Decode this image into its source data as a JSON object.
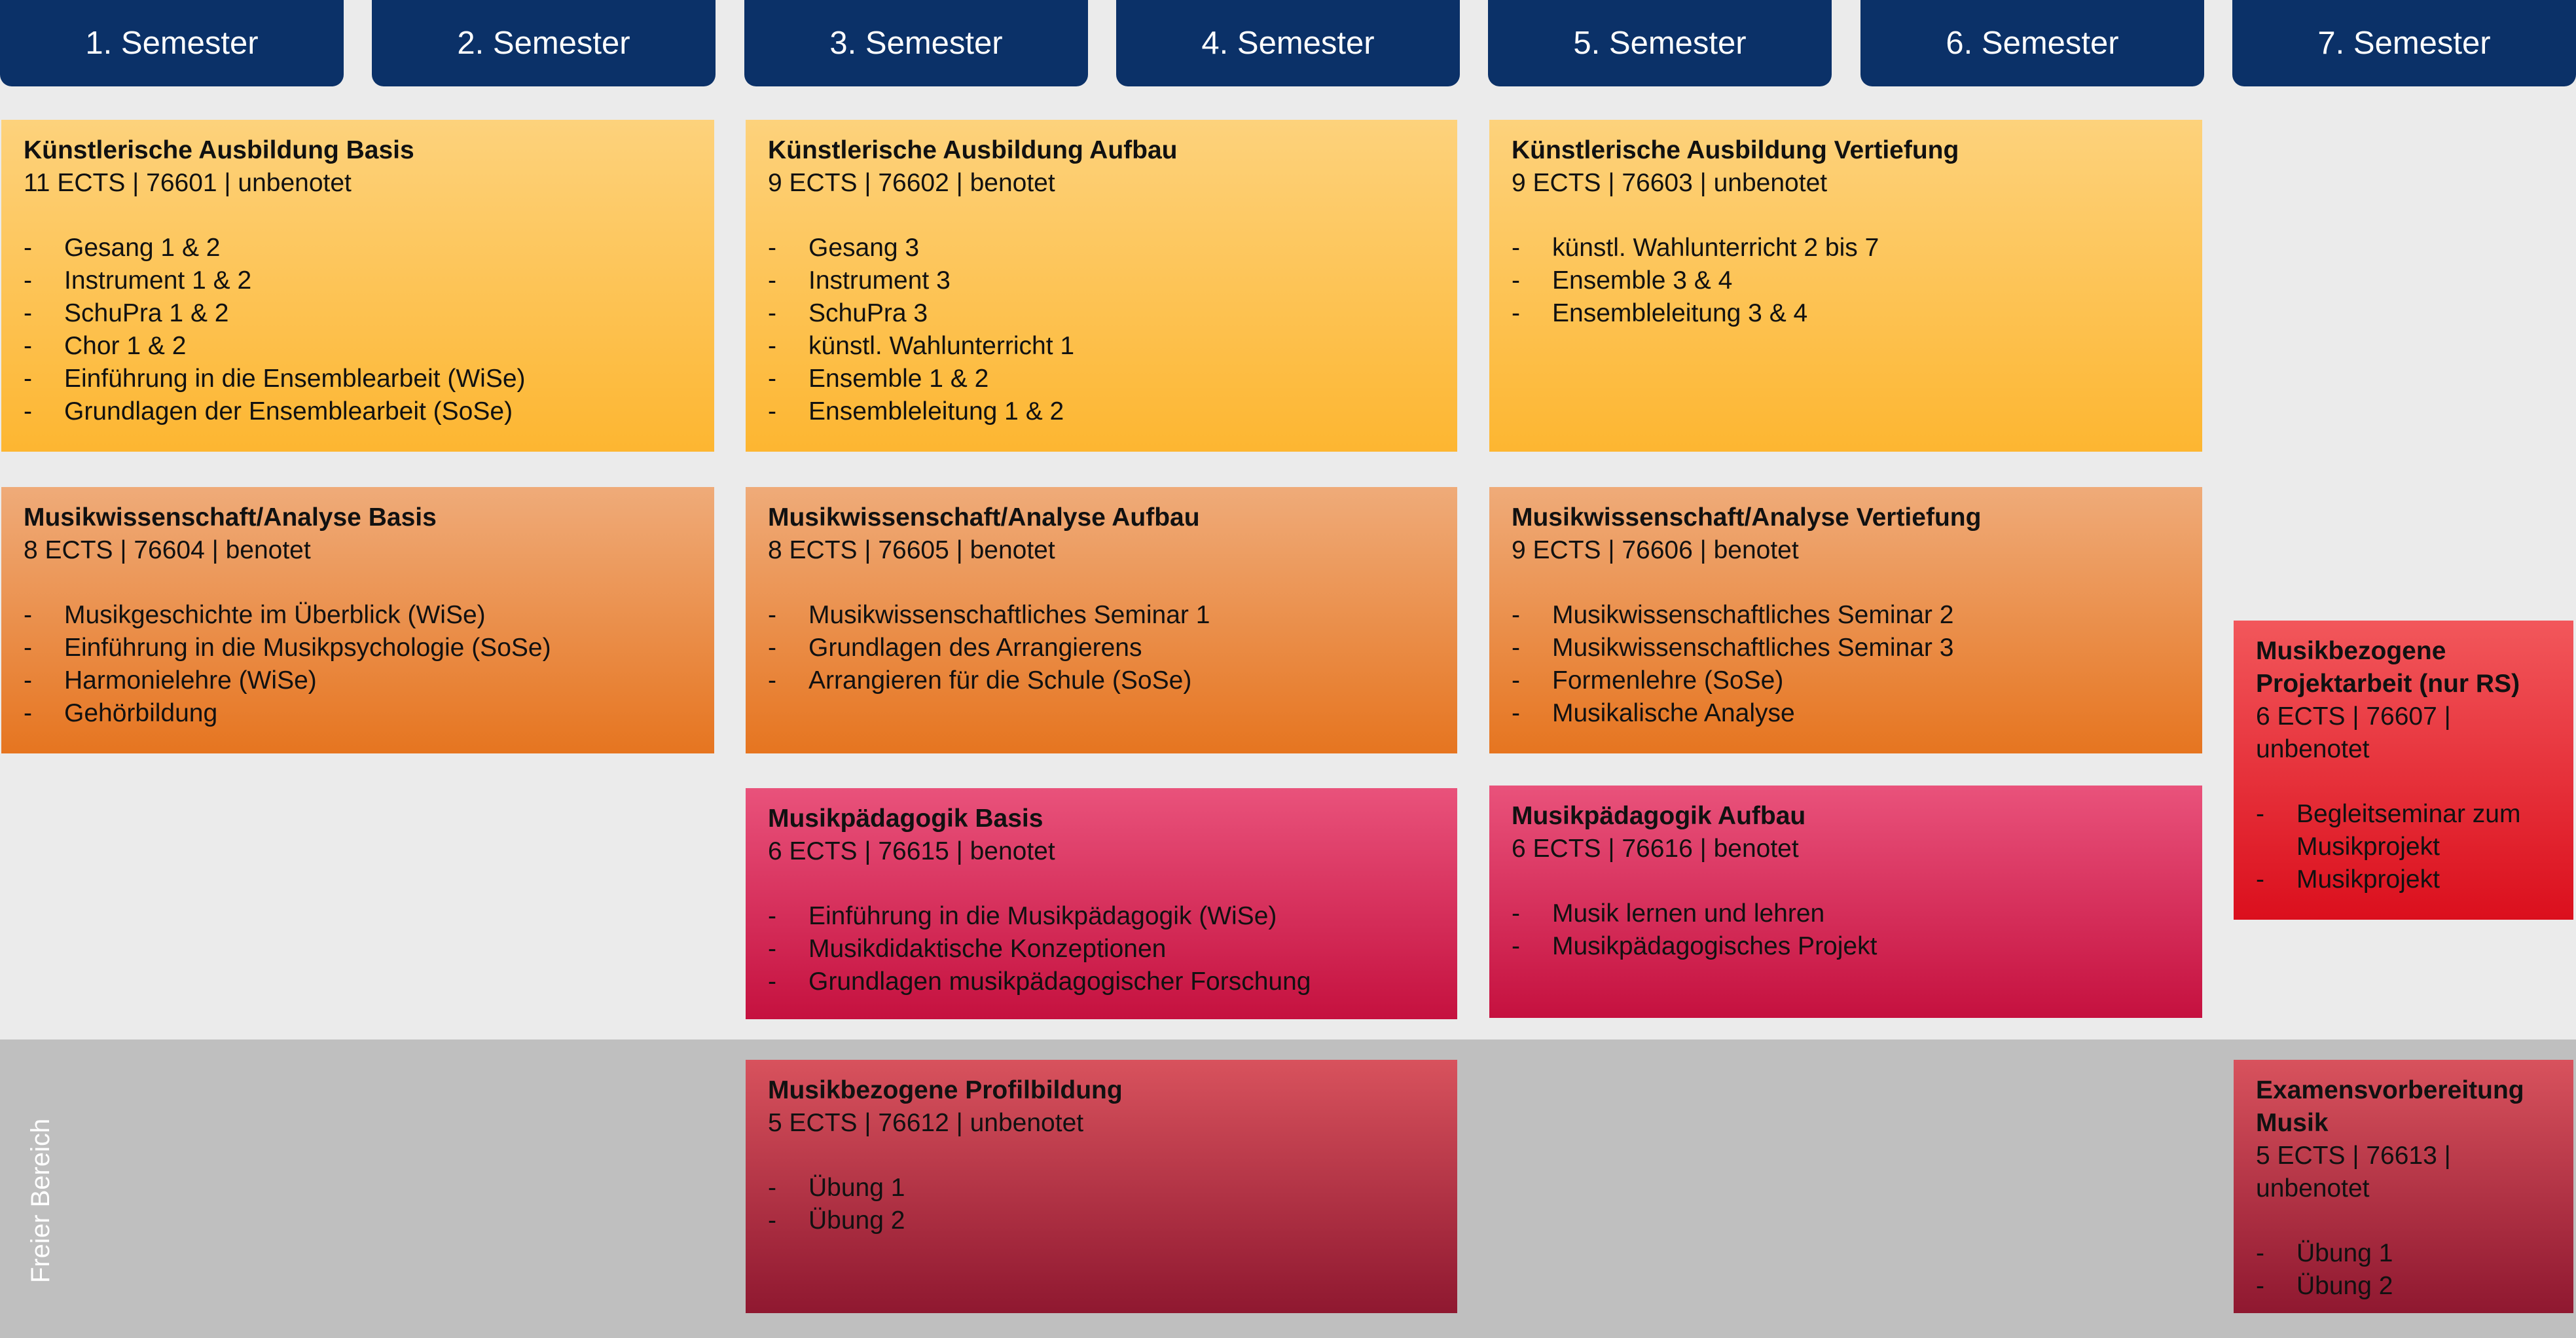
{
  "semesters": [
    "1. Semester",
    "2. Semester",
    "3. Semester",
    "4. Semester",
    "5. Semester",
    "6. Semester",
    "7. Semester"
  ],
  "freier_bereich": "Freier Bereich",
  "modules": {
    "kuenst_basis": {
      "title": "Künstlerische Ausbildung Basis",
      "meta": "11 ECTS | 76601 | unbenotet",
      "items": [
        "Gesang 1 & 2",
        "Instrument 1 & 2",
        "SchuPra 1 & 2",
        "Chor 1 & 2",
        "Einführung in die Ensemblearbeit (WiSe)",
        "Grundlagen der Ensemblearbeit (SoSe)"
      ]
    },
    "kuenst_aufbau": {
      "title": "Künstlerische Ausbildung Aufbau",
      "meta": "9 ECTS | 76602 | benotet",
      "items": [
        "Gesang 3",
        "Instrument 3",
        "SchuPra 3",
        "künstl. Wahlunterricht 1",
        "Ensemble 1 & 2",
        "Ensembleleitung 1 & 2"
      ]
    },
    "kuenst_vertiefung": {
      "title": "Künstlerische Ausbildung Vertiefung",
      "meta": "9 ECTS | 76603 | unbenotet",
      "items": [
        "künstl. Wahlunterricht 2 bis 7",
        "Ensemble 3 & 4",
        "Ensembleleitung 3 & 4"
      ]
    },
    "mw_basis": {
      "title": "Musikwissenschaft/Analyse Basis",
      "meta": "8 ECTS | 76604 | benotet",
      "items": [
        "Musikgeschichte im Überblick (WiSe)",
        "Einführung in die Musikpsychologie (SoSe)",
        "Harmonielehre (WiSe)",
        "Gehörbildung"
      ]
    },
    "mw_aufbau": {
      "title": "Musikwissenschaft/Analyse Aufbau",
      "meta": "8 ECTS | 76605 | benotet",
      "items": [
        "Musikwissenschaftliches Seminar 1",
        "Grundlagen des Arrangierens",
        "Arrangieren für die Schule (SoSe)"
      ]
    },
    "mw_vertiefung": {
      "title": "Musikwissenschaft/Analyse Vertiefung",
      "meta": "9 ECTS | 76606 | benotet",
      "items": [
        "Musikwissenschaftliches Seminar 2",
        "Musikwissenschaftliches Seminar 3",
        "Formenlehre (SoSe)",
        "Musikalische Analyse"
      ]
    },
    "projektarbeit": {
      "title": "Musikbezogene Projektarbeit (nur RS)",
      "meta": "6 ECTS | 76607 | unbenotet",
      "items": [
        "Begleitseminar zum Musikprojekt",
        "Musikprojekt"
      ]
    },
    "mp_basis": {
      "title": "Musikpädagogik Basis",
      "meta": "6 ECTS | 76615 | benotet",
      "items": [
        "Einführung in die Musikpädagogik (WiSe)",
        "Musikdidaktische Konzeptionen",
        "Grundlagen musikpädagogischer Forschung"
      ]
    },
    "mp_aufbau": {
      "title": "Musikpädagogik Aufbau",
      "meta": "6 ECTS | 76616 |  benotet",
      "items": [
        "Musik lernen und lehren",
        "Musikpädagogisches Projekt"
      ]
    },
    "profilbildung": {
      "title": "Musikbezogene Profilbildung",
      "meta": "5 ECTS | 76612 | unbenotet",
      "items": [
        "Übung 1",
        "Übung 2"
      ]
    },
    "examen": {
      "title": "Examensvorbereitung Musik",
      "meta": "5 ECTS | 76613 | unbenotet",
      "items": [
        "Übung 1",
        "Übung 2"
      ]
    }
  },
  "colors": {
    "header": "#0b3168",
    "kuenstlerisch": "#fdb631",
    "musikwissenschaft": "#e67520",
    "musikpaedagogik": "#c5113f",
    "projekt": "#db0f1d",
    "freier_bereich_module": "#8f1830",
    "freier_bereich_band": "#bfbfbf",
    "background": "#ebebeb"
  }
}
